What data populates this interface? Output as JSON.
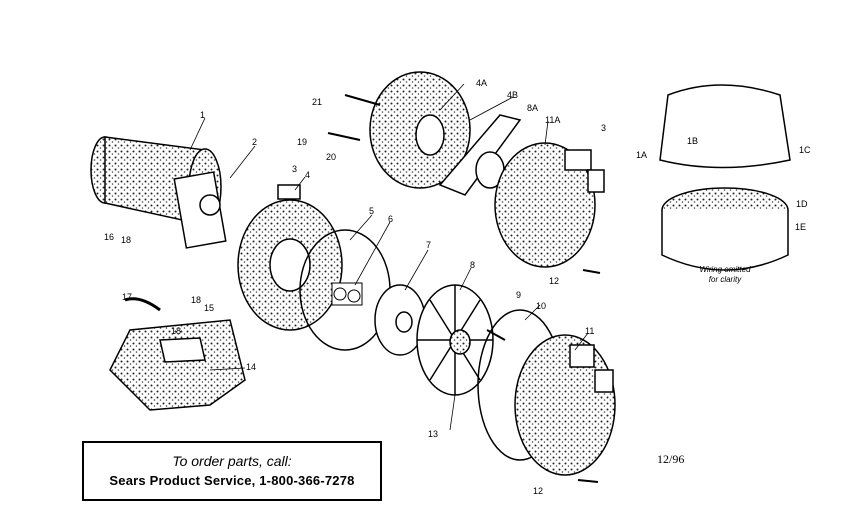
{
  "callout": {
    "line1": "To order parts, call:",
    "line2": "Sears Product Service, 1-800-366-7278"
  },
  "date_code": "12/96",
  "inset_note": [
    "Wiring omitted",
    "for clarity"
  ],
  "labels": [
    "1",
    "2",
    "3",
    "4",
    "5",
    "6",
    "7",
    "8",
    "9",
    "10",
    "11",
    "12",
    "13",
    "14",
    "15",
    "16",
    "17",
    "18",
    "19",
    "20",
    "21",
    "4A",
    "4B",
    "8A",
    "11A",
    "3",
    "12",
    "18",
    "18",
    "1A",
    "1B",
    "1C",
    "1D",
    "1E"
  ]
}
